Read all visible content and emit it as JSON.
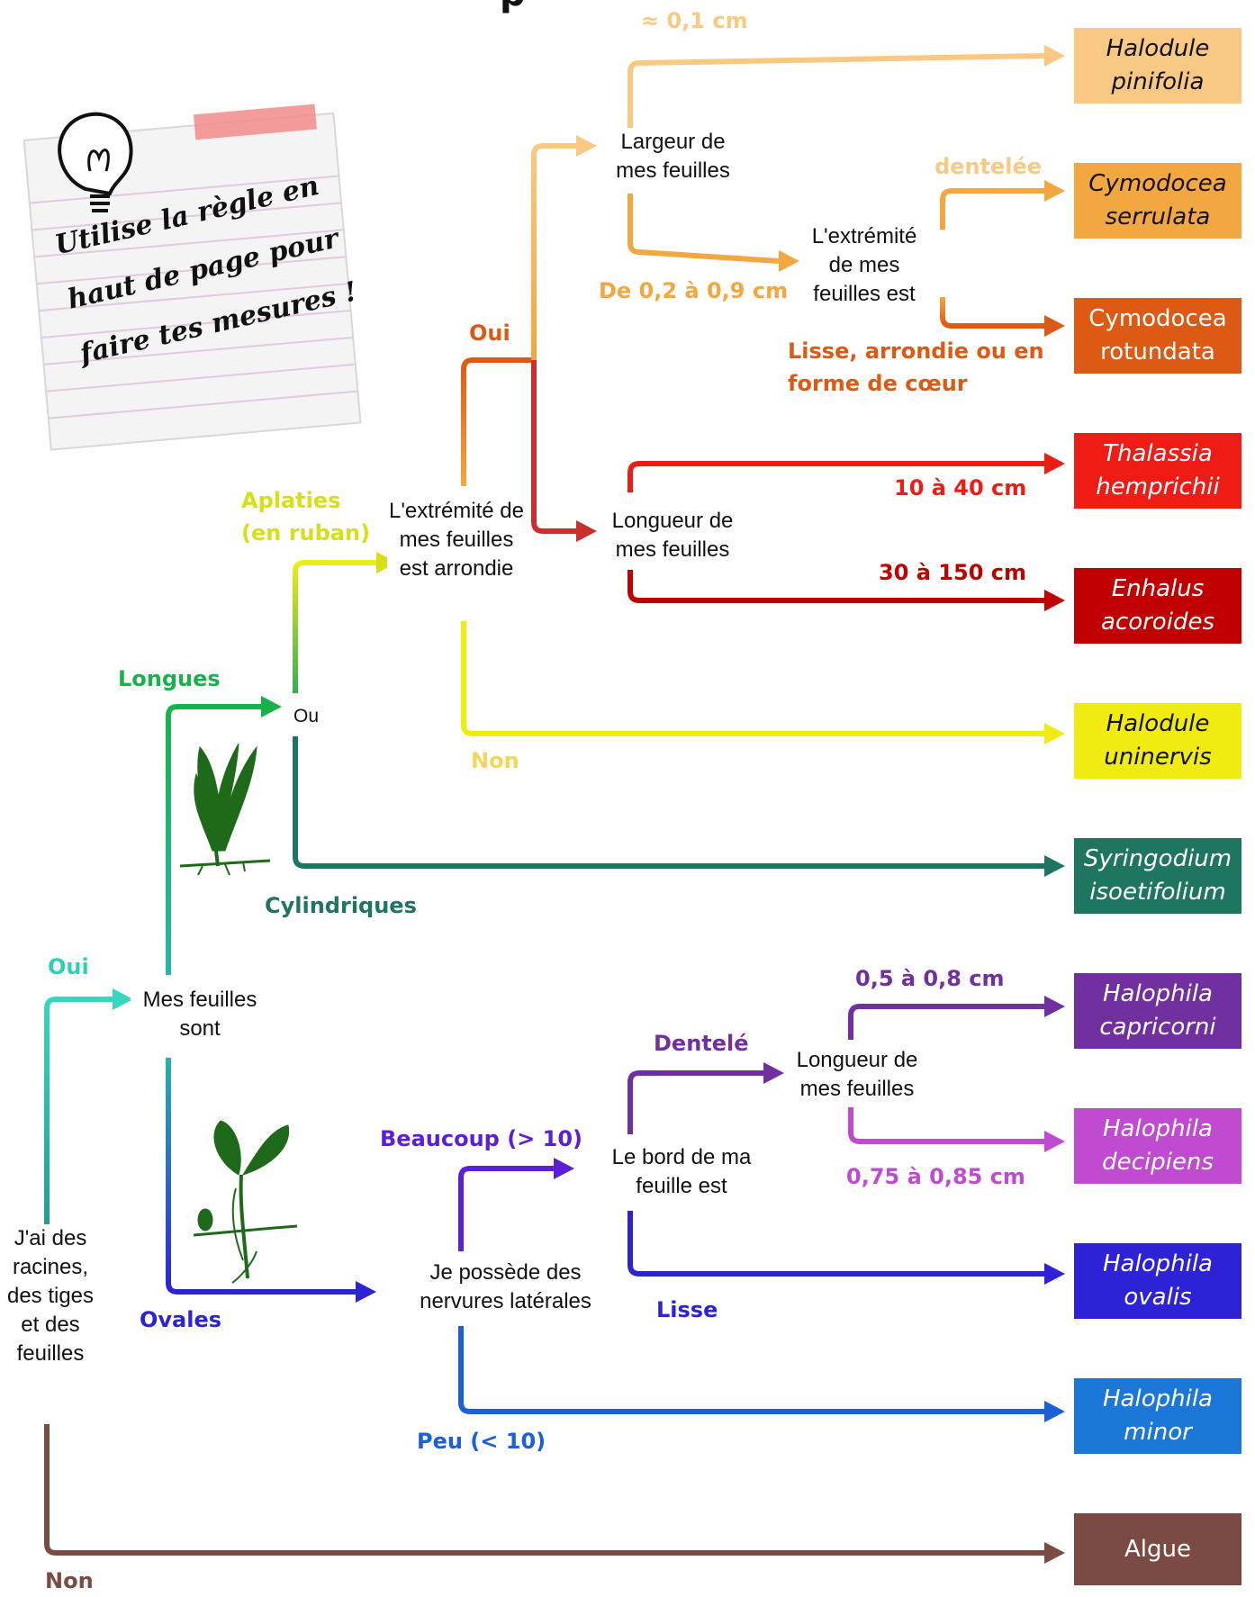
{
  "title": "p",
  "note": {
    "text": "Utilise la règle en haut de page pour faire tes mesures !",
    "icon": "lightbulb-icon"
  },
  "questions": {
    "racines": "J'ai des racines, des tiges et des feuilles",
    "feuilles_sont": "Mes feuilles sont",
    "ou": "Ou",
    "extremite_arrondie": "L'extrémité de mes feuilles est arrondie",
    "largeur": "Largeur de mes feuilles",
    "extremite": "L'extrémité de mes feuilles est",
    "longueur_ruban": "Longueur de mes feuilles",
    "nervures": "Je possède des nervures latérales",
    "bord": "Le bord de ma feuille est",
    "longueur_ovale": "Longueur de mes feuilles"
  },
  "labels": {
    "oui_root": "Oui",
    "non_root": "Non",
    "longues": "Longues",
    "ovales": "Ovales",
    "aplaties": "Aplaties\n(en ruban)",
    "cylindriques": "Cylindriques",
    "oui_arrondie": "Oui",
    "non_arrondie": "Non",
    "largeur_fine": "≈ 0,1 cm",
    "largeur_moy": "De 0,2 à 0,9 cm",
    "dentelee": "dentelée",
    "lisse_arrondie": "Lisse, arrondie ou en\nforme de cœur",
    "long_10_40": "10 à 40 cm",
    "long_30_150": "30 à 150 cm",
    "beaucoup": "Beaucoup (> 10)",
    "peu": "Peu (< 10)",
    "dentele": "Dentelé",
    "lisse": "Lisse",
    "long_05_08": "0,5 à 0,8 cm",
    "long_075_085": "0,75 à 0,85 cm"
  },
  "species": [
    {
      "name": "Halodule\npinifolia",
      "bg": "#F9C983",
      "fg": "#111111",
      "italic": true
    },
    {
      "name": "Cymodocea\nserrulata",
      "bg": "#F2A740",
      "fg": "#111111",
      "italic": true
    },
    {
      "name": "Cymodocea\nrotundata",
      "bg": "#DD5A14",
      "fg": "#ffffff",
      "italic": false
    },
    {
      "name": "Thalassia\nhemprichii",
      "bg": "#EE1C15",
      "fg": "#ffffff",
      "italic": true
    },
    {
      "name": "Enhalus\nacoroides",
      "bg": "#C00000",
      "fg": "#ffffff",
      "italic": true
    },
    {
      "name": "Halodule\nuninervis",
      "bg": "#F0EC12",
      "fg": "#111111",
      "italic": true
    },
    {
      "name": "Syringodium\nisoetifolium",
      "bg": "#1E7560",
      "fg": "#ffffff",
      "italic": true
    },
    {
      "name": "Halophila\ncapricorni",
      "bg": "#7030A0",
      "fg": "#ffffff",
      "italic": true
    },
    {
      "name": "Halophila\ndecipiens",
      "bg": "#C04BD0",
      "fg": "#ffffff",
      "italic": true
    },
    {
      "name": "Halophila\novalis",
      "bg": "#2D22D6",
      "fg": "#ffffff",
      "italic": true
    },
    {
      "name": "Halophila\nminor",
      "bg": "#1B77D8",
      "fg": "#ffffff",
      "italic": true
    },
    {
      "name": "Algue",
      "bg": "#7B4A43",
      "fg": "#ffffff",
      "italic": false
    }
  ],
  "colors": {
    "root_yes": "#2FD0B5",
    "root_no": "#7B4A43",
    "longues": "#17B34A",
    "cylindriques": "#1E7560",
    "aplaties": "#D7E016",
    "oui": "#DD5A14",
    "non": "#F0EC12",
    "largeur": "#F9C983",
    "extremite": "#F2A740",
    "longueur_rouge": "#D62020",
    "ovales": "#2D22D6",
    "beaucoup": "#5A1FD6",
    "peu": "#1B60D8",
    "dentele": "#7030A0",
    "lisse_violet": "#2D22D6",
    "decipiens": "#C04BD0"
  }
}
